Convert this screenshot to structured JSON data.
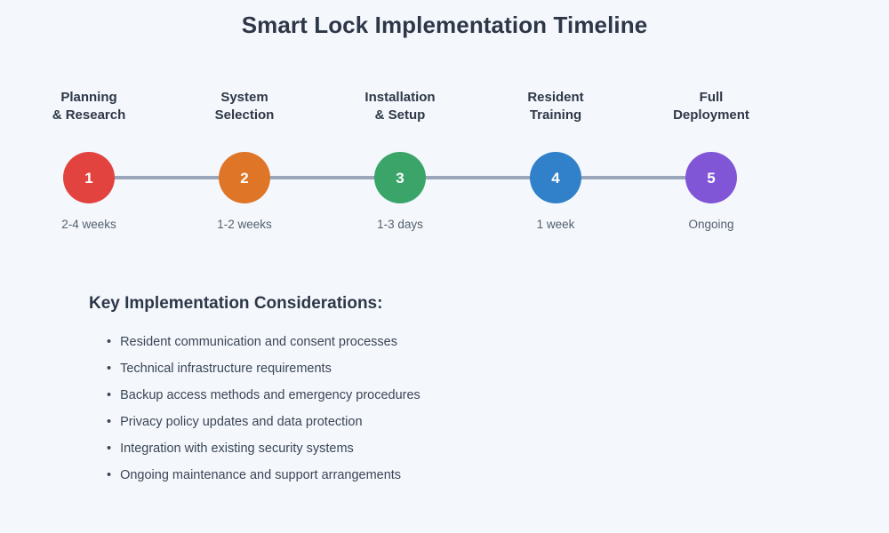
{
  "page": {
    "title": "Smart Lock Implementation Timeline",
    "background_color": "#f4f8fc",
    "heading_color": "#2e3748",
    "rail_color": "#9aa6ba"
  },
  "timeline": {
    "steps": [
      {
        "number": "1",
        "title": "Planning\n& Research",
        "duration": "2-4 weeks",
        "color": "#e3433f"
      },
      {
        "number": "2",
        "title": "System\nSelection",
        "duration": "1-2 weeks",
        "color": "#df7526"
      },
      {
        "number": "3",
        "title": "Installation\n& Setup",
        "duration": "1-3 days",
        "color": "#3aa469"
      },
      {
        "number": "4",
        "title": "Resident\nTraining",
        "duration": "1 week",
        "color": "#3180ca"
      },
      {
        "number": "5",
        "title": "Full\nDeployment",
        "duration": "Ongoing",
        "color": "#8055d6"
      }
    ]
  },
  "considerations": {
    "heading": "Key Implementation Considerations:",
    "bullet_glyph": "•",
    "items": [
      "Resident communication and consent processes",
      "Technical infrastructure requirements",
      "Backup access methods and emergency procedures",
      "Privacy policy updates and data protection",
      "Integration with existing security systems",
      "Ongoing maintenance and support arrangements"
    ]
  }
}
